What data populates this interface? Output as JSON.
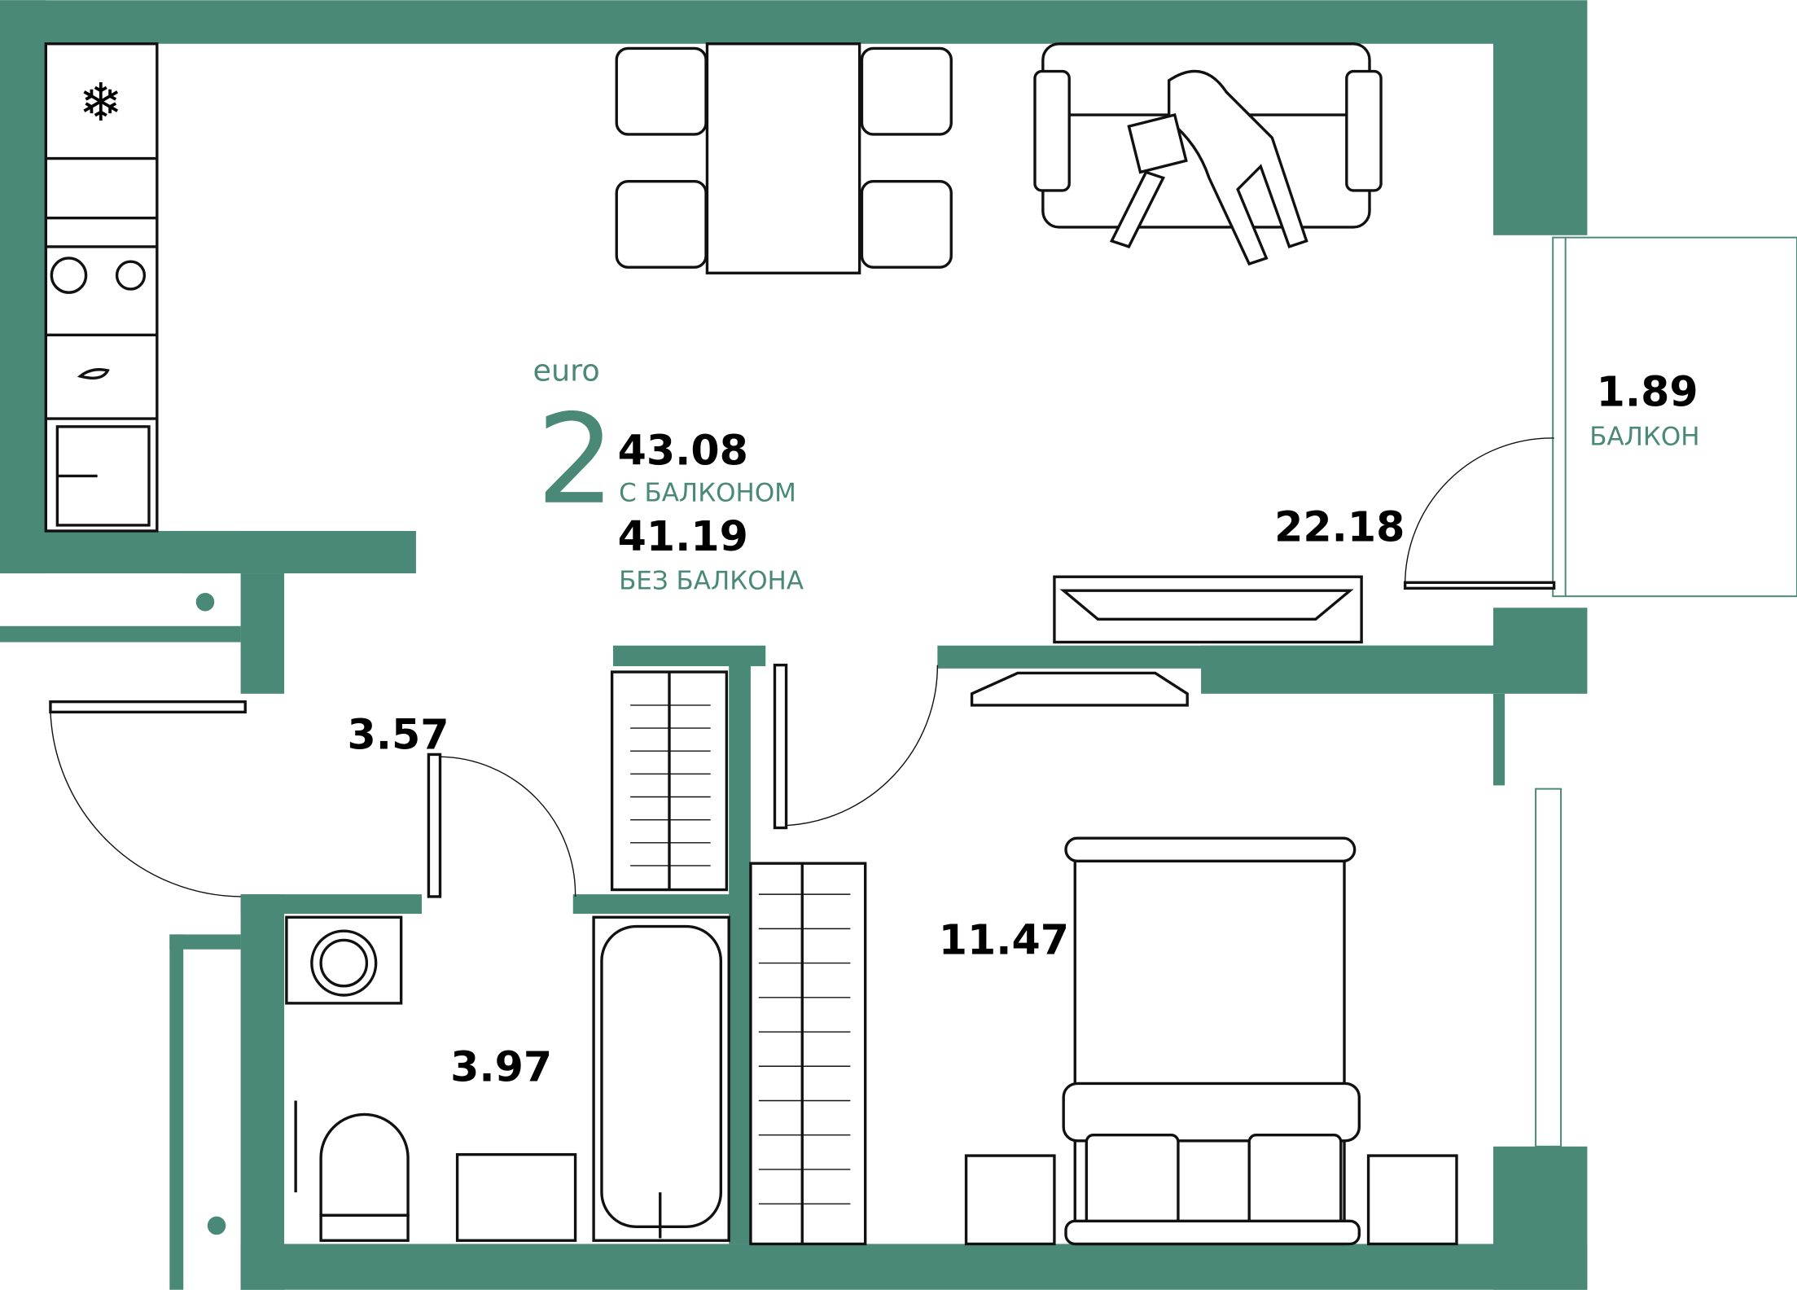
{
  "plan": {
    "type_label": "euro",
    "rooms_count": "2",
    "area_with_balcony": "43.08",
    "with_balcony_label": "С БАЛКОНОМ",
    "area_without_balcony": "41.19",
    "without_balcony_label": "БЕЗ БАЛКОНА",
    "rooms": [
      {
        "area": "22.18"
      },
      {
        "area": "1.89",
        "label": "БАЛКОН"
      },
      {
        "area": "3.57"
      },
      {
        "area": "3.97"
      },
      {
        "area": "11.47"
      }
    ],
    "wall_color": "#4a8878"
  }
}
